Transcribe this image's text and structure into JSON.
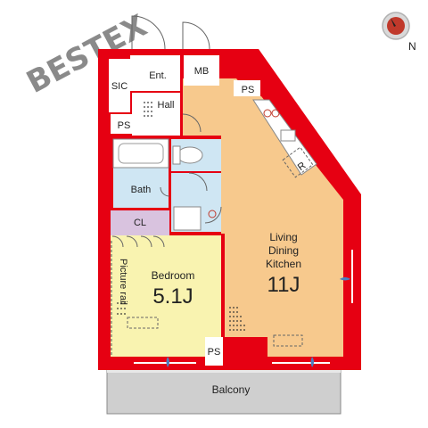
{
  "watermark": "BESTEX",
  "compass": {
    "north": "N"
  },
  "colors": {
    "wall": "#e60012",
    "ldk_floor": "#f7c98d",
    "bedroom_floor": "#f9f3b0",
    "wet_floor": "#cfe6f3",
    "closet_floor": "#d9c3df",
    "balcony": "#cfcfcf"
  },
  "rooms": {
    "sic": "SIC",
    "entrance": "Ent.",
    "mb": "MB",
    "hall": "Hall",
    "ps_top": "PS",
    "ps_left": "PS",
    "ps_bottom": "PS",
    "bath": "Bath",
    "cl": "CL",
    "refrigerator": "R",
    "bedroom": "Bedroom",
    "bedroom_size": "5.1J",
    "picture_rail": "Picture rail",
    "ldk_line1": "Living",
    "ldk_line2": "Dining",
    "ldk_line3": "Kitchen",
    "ldk_size": "11J",
    "balcony": "Balcony"
  }
}
